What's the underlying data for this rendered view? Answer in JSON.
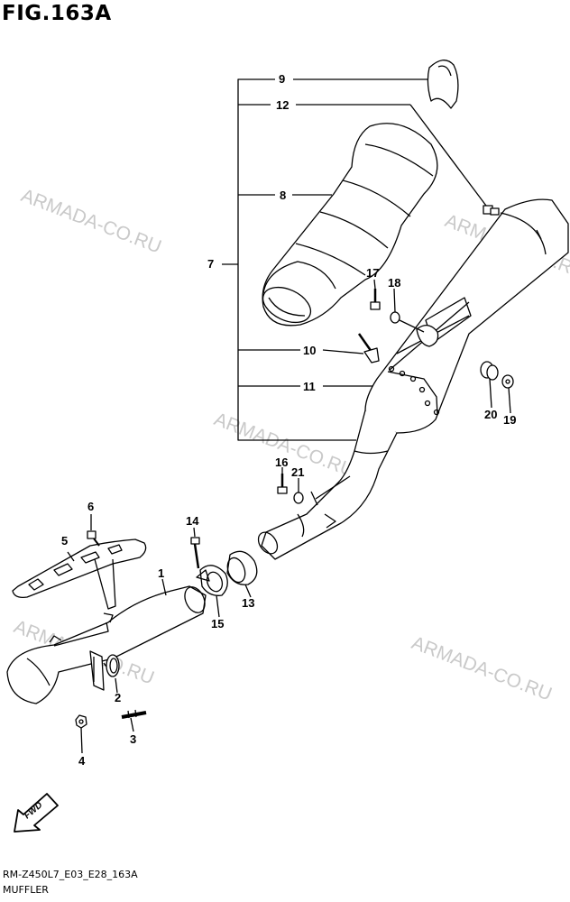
{
  "title": "FIG.163A",
  "watermark": "ARMADA-CO.RU",
  "fwd_label": "FWD",
  "footer": {
    "code": "RM-Z450L7_E03_E28_163A",
    "name": "MUFFLER"
  },
  "callouts": [
    "1",
    "2",
    "3",
    "4",
    "5",
    "6",
    "7",
    "8",
    "9",
    "10",
    "11",
    "12",
    "13",
    "14",
    "15",
    "16",
    "17",
    "18",
    "19",
    "20",
    "21"
  ]
}
